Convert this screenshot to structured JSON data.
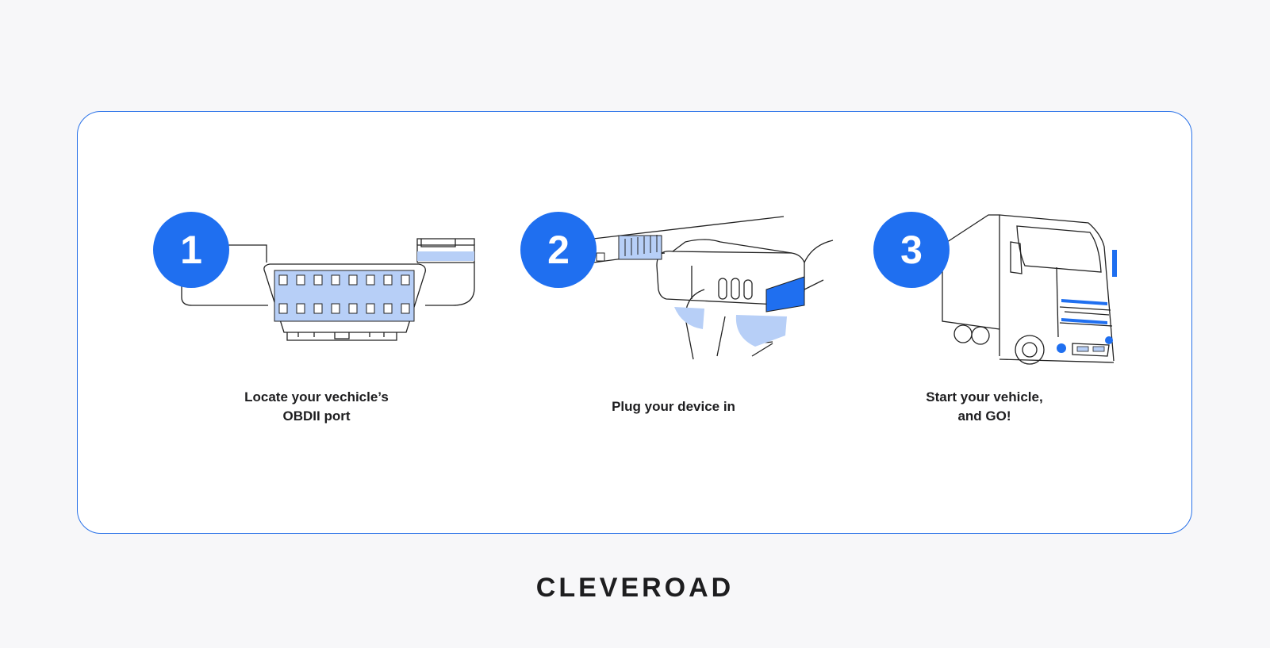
{
  "steps": [
    {
      "number": "1",
      "caption": "Locate your vechicle’s\nOBDII port",
      "illustration": "obd-port-icon"
    },
    {
      "number": "2",
      "caption": "Plug your device in",
      "illustration": "plug-device-icon"
    },
    {
      "number": "3",
      "caption": "Start your vehicle,\nand GO!",
      "illustration": "truck-icon"
    }
  ],
  "brand": "CLEVEROAD",
  "colors": {
    "accent": "#1f6ff0",
    "accent_light": "#b7cff7",
    "border": "#2a72e8",
    "background": "#f7f7f9",
    "text": "#1d1d1f"
  }
}
